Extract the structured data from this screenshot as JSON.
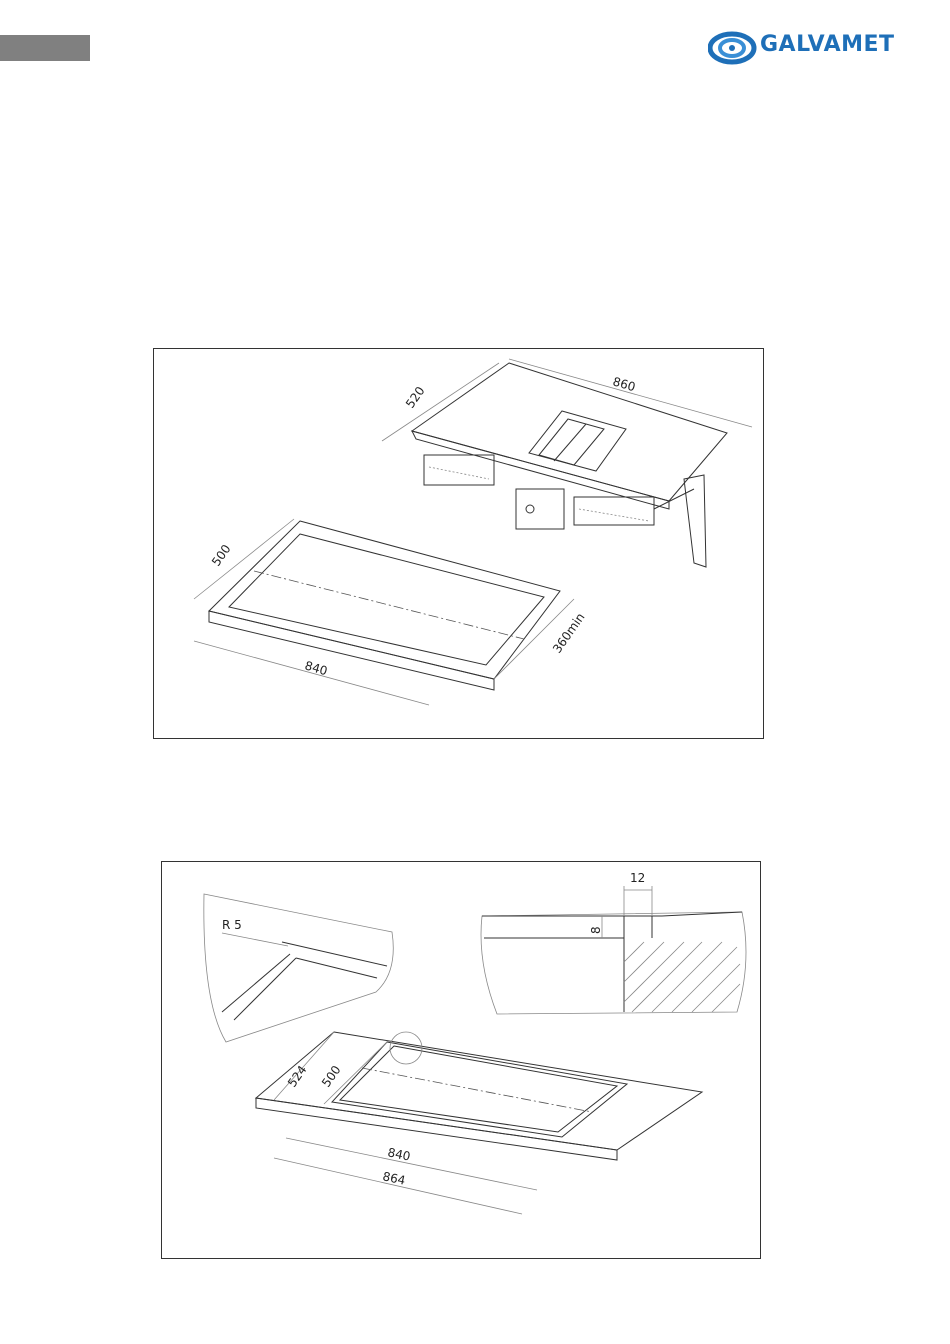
{
  "brand": {
    "name": "GALVAMET",
    "color": "#1e6fb8"
  },
  "figure1": {
    "hob_width": "860",
    "hob_depth": "520",
    "cutout_depth": "500",
    "cutout_width": "840",
    "min_height": "360min"
  },
  "figure2": {
    "radius": "R 5",
    "rebate_width": "12",
    "rebate_depth": "8",
    "outer_depth": "524",
    "inner_depth": "500",
    "inner_width": "840",
    "outer_width": "864"
  }
}
